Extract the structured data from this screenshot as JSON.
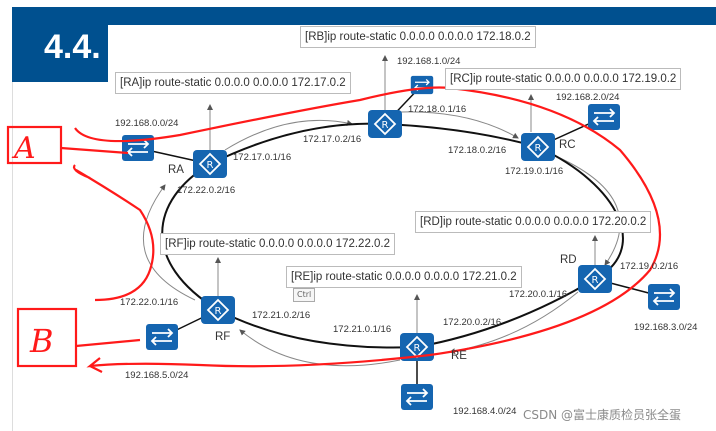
{
  "slide": {
    "title": "4.4."
  },
  "commands": {
    "rb": "[RB]ip route-static 0.0.0.0 0.0.0.0 172.18.0.2",
    "ra": "[RA]ip route-static 0.0.0.0 0.0.0.0 172.17.0.2",
    "rc": "[RC]ip route-static 0.0.0.0 0.0.0.0 172.19.0.2",
    "rd": "[RD]ip route-static 0.0.0.0 0.0.0.0 172.20.0.2",
    "rf": "[RF]ip route-static 0.0.0.0 0.0.0.0 172.22.0.2",
    "re": "[RE]ip route-static 0.0.0.0 0.0.0.0 172.21.0.2"
  },
  "routers": {
    "ra": "RA",
    "rc": "RC",
    "rd": "RD",
    "re": "RE",
    "rf": "RF"
  },
  "networks": {
    "n0": "192.168.0.0/24",
    "n1": "192.168.1.0/24",
    "n2": "192.168.2.0/24",
    "n3": "192.168.3.0/24",
    "n4": "192.168.4.0/24",
    "n5": "192.168.5.0/24"
  },
  "interfaces": {
    "ra_b": "172.17.0.1/16",
    "ra_f": "172.22.0.2/16",
    "rb_a": "172.17.0.2/16",
    "rb_c": "172.18.0.1/16",
    "rc_b": "172.18.0.2/16",
    "rc_d": "172.19.0.1/16",
    "rd_c": "172.19.0.2/16",
    "rd_e": "172.20.0.1/16",
    "re_d": "172.20.0.2/16",
    "re_f": "172.21.0.1/16",
    "rf_e": "172.21.0.2/16",
    "rf_a": "172.22.0.1/16"
  },
  "tooltip": "Ctrl",
  "annotations": {
    "a": "A",
    "b": "B",
    "color": "#ff1a1a"
  },
  "watermark": "CSDN @富士康质检员张全蛋",
  "colors": {
    "brand": "#00508f",
    "device": "#1565b0"
  }
}
